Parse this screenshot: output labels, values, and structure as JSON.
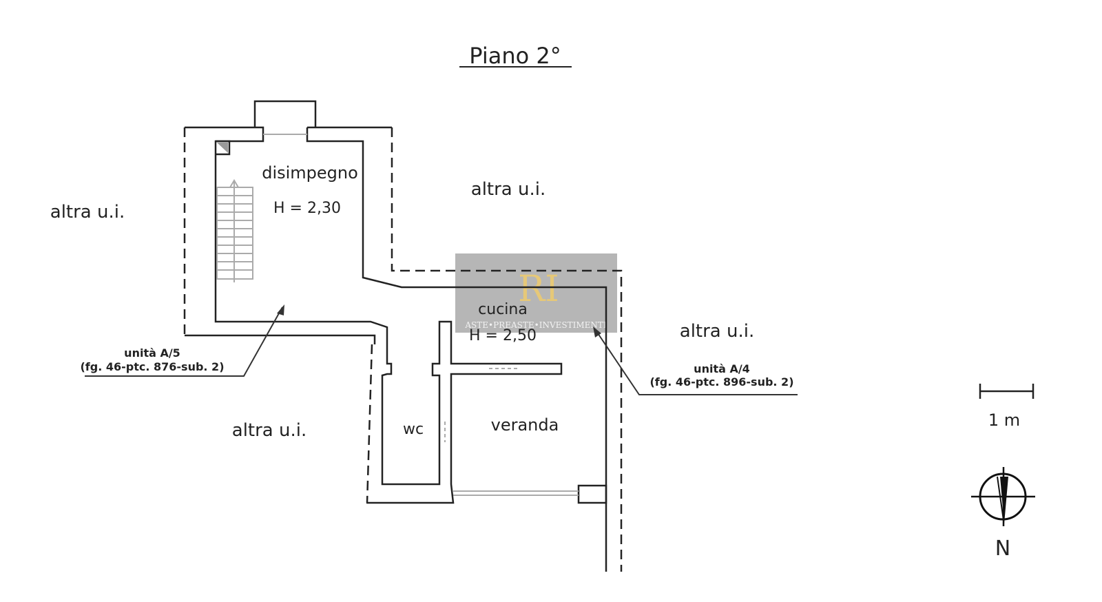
{
  "title": "Piano 2°",
  "rooms": {
    "disimpegno": "disimpegno",
    "disimpegno_height": "H = 2,30",
    "cucina": "cucina",
    "cucina_height": "H = 2,50",
    "wc": "wc",
    "veranda": "veranda"
  },
  "neighbors": [
    "altra u.i.",
    "altra u.i.",
    "altra u.i.",
    "altra u.i."
  ],
  "units": [
    {
      "line1": "unità A/5",
      "line2": "(fg. 46-ptc. 876-sub. 2)"
    },
    {
      "line1": "unità A/4",
      "line2": "(fg. 46-ptc. 896-sub. 2)"
    }
  ],
  "scale_label": "1 m",
  "north_label": "N",
  "watermark": {
    "logo": "RI",
    "text": "ASTE•PREASTE•INVESTIMENTI"
  }
}
